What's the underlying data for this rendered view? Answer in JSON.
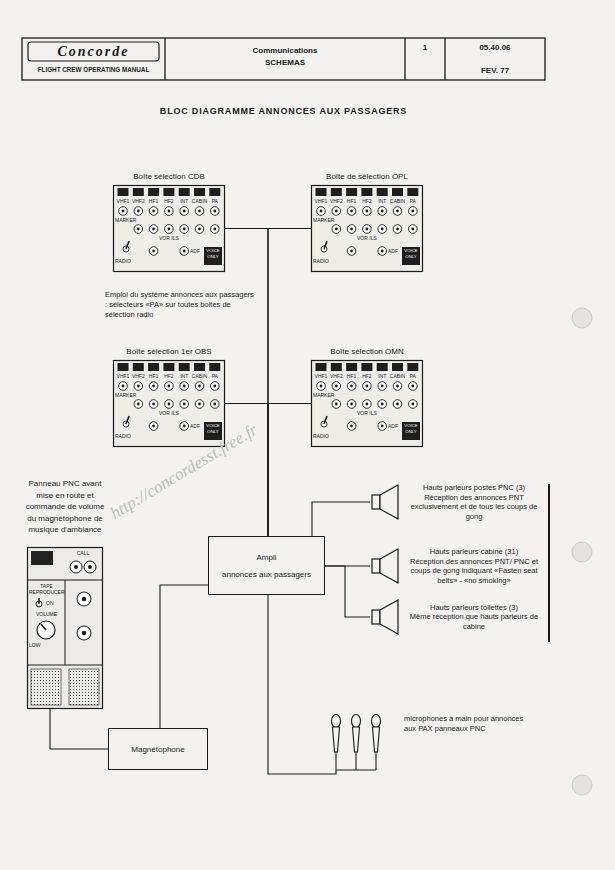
{
  "diagram": {
    "title": "BLOC DIAGRAMME ANNONCES AUX PASSAGERS",
    "nodes": [
      {
        "text": [
          "Boîte sélection CDB"
        ]
      },
      {
        "text": [
          "Boîte de sélection OPL"
        ]
      },
      {
        "text": [
          "Boîte sélection 1er OBS"
        ]
      },
      {
        "text": [
          "Boîte sélection OMN"
        ]
      },
      {
        "text": [
          "Panneau PNC avant mise en route et commande de volume du magnétophone de musique d'ambiance"
        ]
      },
      {
        "text": [
          "Hauts parleurs postes PNC (3)",
          "Réception des annonces PNT exclusivement et de tous les coups de gong"
        ]
      },
      {
        "text": [
          "Ampli",
          "annonces aux passagers"
        ]
      },
      {
        "text": [
          "Hauts parleurs cabine (31)",
          "Réception des annonces PNT/ PNC et coups de gong indiquant «Fasten seat belts» - «no smoking»"
        ]
      },
      {
        "text": [
          "Hauts parleurs toilettes (3)",
          "Même réception que hauts parleurs de cabine"
        ]
      },
      {
        "text": [
          "microphones à main pour annonces aux PAX panneaux PNC"
        ]
      },
      {
        "text": [
          "Magnétophone"
        ]
      }
    ],
    "edges": [
      {
        "from": 0,
        "to": 6,
        "arrow": "none"
      },
      {
        "from": 1,
        "to": 6,
        "arrow": "none"
      },
      {
        "from": 2,
        "to": 6,
        "arrow": "none"
      },
      {
        "from": 3,
        "to": 6,
        "arrow": "none"
      },
      {
        "from": 6,
        "to": 5,
        "arrow": "none"
      },
      {
        "from": 6,
        "to": 7,
        "arrow": "none"
      },
      {
        "from": 6,
        "to": 8,
        "arrow": "none"
      },
      {
        "from": 4,
        "to": 10,
        "arrow": "none"
      },
      {
        "from": 10,
        "to": 6,
        "arrow": "none"
      },
      {
        "from": 9,
        "to": 6,
        "arrow": "none"
      }
    ],
    "labels": [
      "Concorde",
      "FLIGHT CREW OPERATING MANUAL",
      "Communications",
      "SCHEMAS",
      "1",
      "05.40.06",
      "FEV. 77",
      "Emploi du système annonces aux passagers : sélecteurs «PA» sur toutes boites de sélection radio",
      "http://concordesst.free.fr",
      "VHF1",
      "VHF2",
      "HF1",
      "HF2",
      "INT",
      "CABIN",
      "PA",
      "MARKER",
      "VOR ILS",
      "ADF",
      "RADIO",
      "VOICE ONLY",
      "VHF1",
      "VHF2",
      "HF1",
      "HF2",
      "INT",
      "CABIN",
      "PA",
      "MARKER",
      "VOR ILS",
      "ADF",
      "RADIO",
      "VOICE ONLY",
      "VHF1",
      "VHF2",
      "HF1",
      "HF2",
      "INT",
      "CABIN",
      "PA",
      "MARKER",
      "VOR ILS",
      "ADF",
      "RADIO",
      "VOICE ONLY",
      "VHF1",
      "VHF2",
      "HF1",
      "HF2",
      "INT",
      "CABIN",
      "PA",
      "MARKER",
      "VOR ILS",
      "ADF",
      "RADIO",
      "VOICE ONLY",
      "CALL",
      "TAPE REPRODUCER",
      "ON",
      "VOLUME",
      "LOW"
    ]
  }
}
